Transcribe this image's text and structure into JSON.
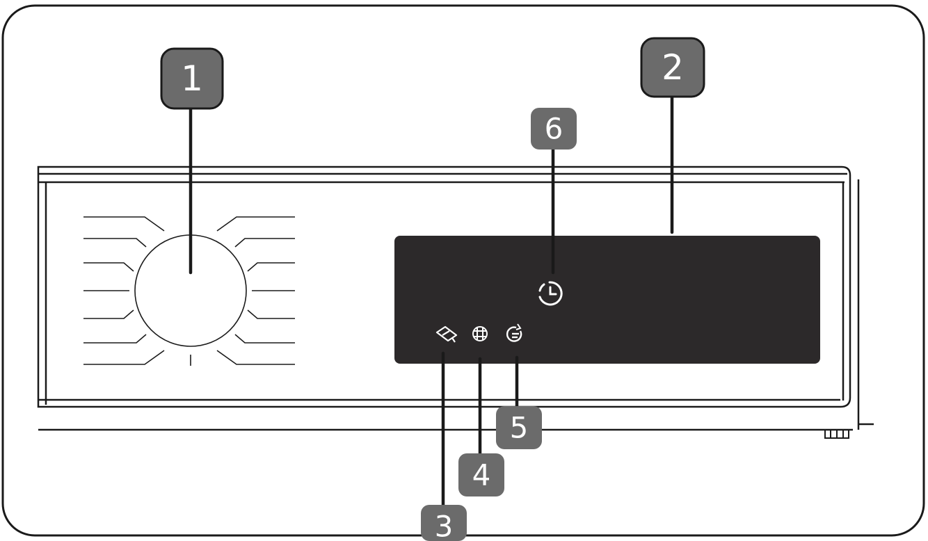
{
  "figure": {
    "callouts": [
      {
        "id": "1",
        "label": "1",
        "target": "program-selector-dial"
      },
      {
        "id": "2",
        "label": "2",
        "target": "display-panel"
      },
      {
        "id": "3",
        "label": "3",
        "target": "detergent-icon"
      },
      {
        "id": "4",
        "label": "4",
        "target": "lock-icon"
      },
      {
        "id": "5",
        "label": "5",
        "target": "cycle-end-icon"
      },
      {
        "id": "6",
        "label": "6",
        "target": "delay-timer-icon"
      }
    ],
    "colors": {
      "outline": "#1a1a1a",
      "badge_fill": "#6b6b6b",
      "display_fill": "#2c292a",
      "background": "#ffffff"
    },
    "icons": [
      "detergent-icon",
      "lock-icon",
      "cycle-end-icon",
      "delay-timer-icon"
    ]
  }
}
